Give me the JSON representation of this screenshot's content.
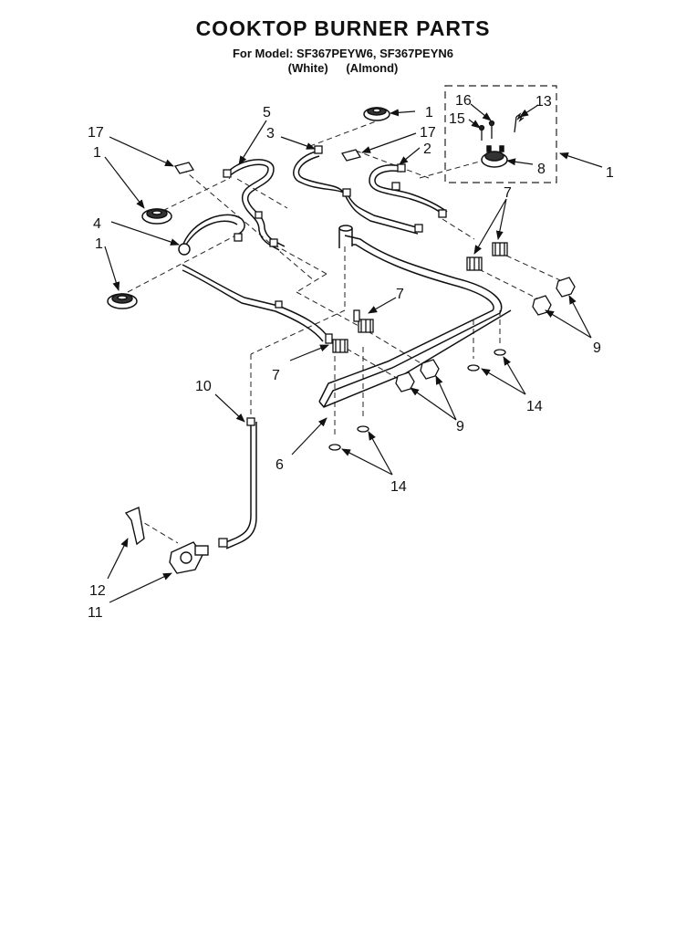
{
  "header": {
    "title": "COOKTOP BURNER PARTS",
    "model_line": "For Model: SF367PEYW6, SF367PEYN6",
    "color_white": "(White)",
    "color_almond": "(Almond)"
  },
  "callouts": [
    {
      "id": "c17a",
      "label": "17"
    },
    {
      "id": "c5",
      "label": "5"
    },
    {
      "id": "c1a",
      "label": "1"
    },
    {
      "id": "c4",
      "label": "4"
    },
    {
      "id": "c1b",
      "label": "1"
    },
    {
      "id": "c3",
      "label": "3"
    },
    {
      "id": "c1c",
      "label": "1"
    },
    {
      "id": "c17b",
      "label": "17"
    },
    {
      "id": "c2",
      "label": "2"
    },
    {
      "id": "c16",
      "label": "16"
    },
    {
      "id": "c15",
      "label": "15"
    },
    {
      "id": "c13",
      "label": "13"
    },
    {
      "id": "c8",
      "label": "8"
    },
    {
      "id": "c1d",
      "label": "1"
    },
    {
      "id": "c7a",
      "label": "7"
    },
    {
      "id": "c7b",
      "label": "7"
    },
    {
      "id": "c7c",
      "label": "7"
    },
    {
      "id": "c9a",
      "label": "9"
    },
    {
      "id": "c9b",
      "label": "9"
    },
    {
      "id": "c10",
      "label": "10"
    },
    {
      "id": "c14a",
      "label": "14"
    },
    {
      "id": "c14b",
      "label": "14"
    },
    {
      "id": "c6",
      "label": "6"
    },
    {
      "id": "c12",
      "label": "12"
    },
    {
      "id": "c11",
      "label": "11"
    }
  ]
}
